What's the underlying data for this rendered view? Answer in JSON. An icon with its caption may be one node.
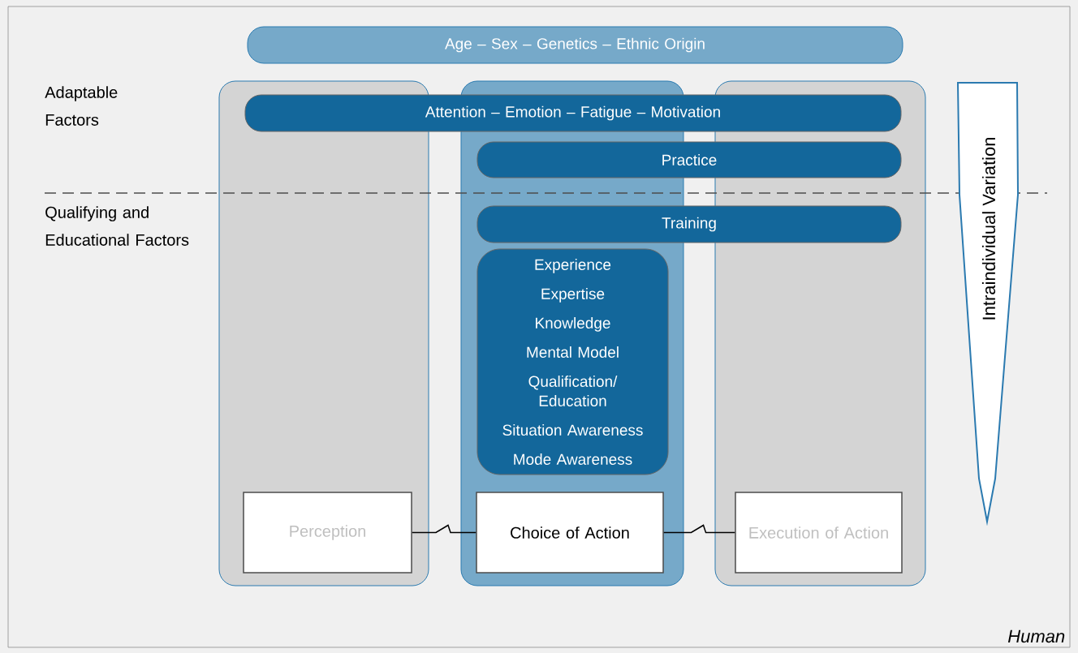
{
  "diagram": {
    "nodes": [
      {
        "text": [
          "Human"
        ]
      },
      {
        "text": [
          "Age – Sex – Genetics – Ethnic Origin"
        ],
        "in": 0
      },
      {
        "text": [],
        "shape": "box",
        "in": 0
      },
      {
        "text": [],
        "shape": "box",
        "in": 0
      },
      {
        "text": [],
        "shape": "box",
        "in": 0
      },
      {
        "text": [
          "Attention – Emotion – Fatigue – Motivation"
        ],
        "in": 0
      },
      {
        "text": [
          "Practice"
        ],
        "in": 0
      },
      {
        "text": [
          "Training"
        ],
        "in": 0
      },
      {
        "text": [
          "Experience",
          "Expertise",
          "Knowledge",
          "Mental Model",
          "Qualification/ Education",
          "Situation Awareness",
          "Mode Awareness"
        ],
        "in": 3
      },
      {
        "text": [
          "Perception"
        ],
        "in": 2
      },
      {
        "text": [
          "Choice of Action"
        ],
        "in": 3
      },
      {
        "text": [
          "Execution of Action"
        ],
        "in": 4
      },
      {
        "text": [
          "Intraindividual Variation"
        ],
        "in": 0
      }
    ],
    "edges": [
      {
        "from": 9,
        "to": 10,
        "arrow": "none"
      },
      {
        "from": 10,
        "to": 11,
        "arrow": "none"
      }
    ],
    "labels": [
      "Adaptable Factors",
      "Qualifying and Educational Factors"
    ]
  }
}
